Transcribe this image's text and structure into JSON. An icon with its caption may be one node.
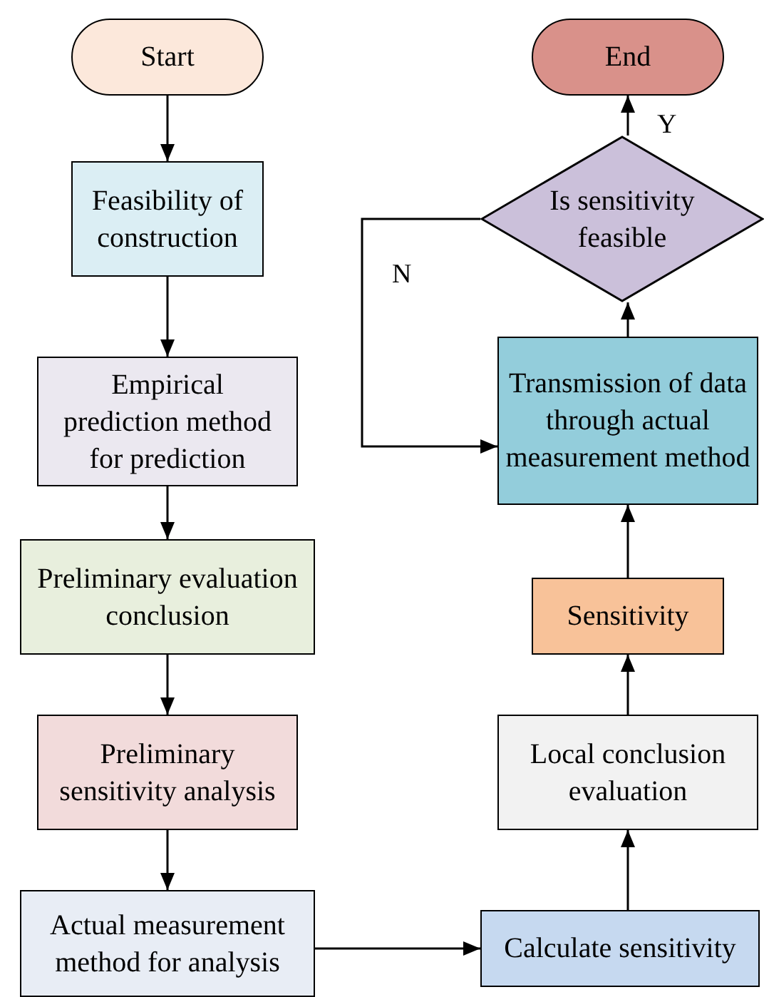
{
  "diagram": {
    "nodes": [
      {
        "text": [
          "Start"
        ]
      },
      {
        "text": [
          "End"
        ]
      },
      {
        "text": [
          "Feasibility of construction"
        ]
      },
      {
        "text": [
          "Is sensitivity feasible"
        ]
      },
      {
        "text": [
          "Empirical prediction method for prediction"
        ]
      },
      {
        "text": [
          "Transmission of data through actual measurement method"
        ]
      },
      {
        "text": [
          "Preliminary evaluation conclusion"
        ]
      },
      {
        "text": [
          "Sensitivity"
        ]
      },
      {
        "text": [
          "Preliminary sensitivity analysis"
        ]
      },
      {
        "text": [
          "Local conclusion evaluation"
        ]
      },
      {
        "text": [
          "Actual measurement method for analysis"
        ]
      },
      {
        "text": [
          "Calculate sensitivity"
        ]
      }
    ],
    "edges": [
      {
        "from": 0,
        "to": 2,
        "arrow": "to"
      },
      {
        "from": 2,
        "to": 4,
        "arrow": "to"
      },
      {
        "from": 4,
        "to": 6,
        "arrow": "to"
      },
      {
        "from": 6,
        "to": 8,
        "arrow": "to"
      },
      {
        "from": 8,
        "to": 10,
        "arrow": "to"
      },
      {
        "from": 10,
        "to": 11,
        "arrow": "to"
      },
      {
        "from": 11,
        "to": 9,
        "arrow": "to"
      },
      {
        "from": 9,
        "to": 7,
        "arrow": "to"
      },
      {
        "from": 7,
        "to": 5,
        "arrow": "to"
      },
      {
        "from": 5,
        "to": 3,
        "arrow": "to"
      },
      {
        "from": 3,
        "to": 1,
        "arrow": "to",
        "label": "Y"
      },
      {
        "from": 3,
        "to": 5,
        "arrow": "to",
        "label": "N"
      }
    ]
  }
}
